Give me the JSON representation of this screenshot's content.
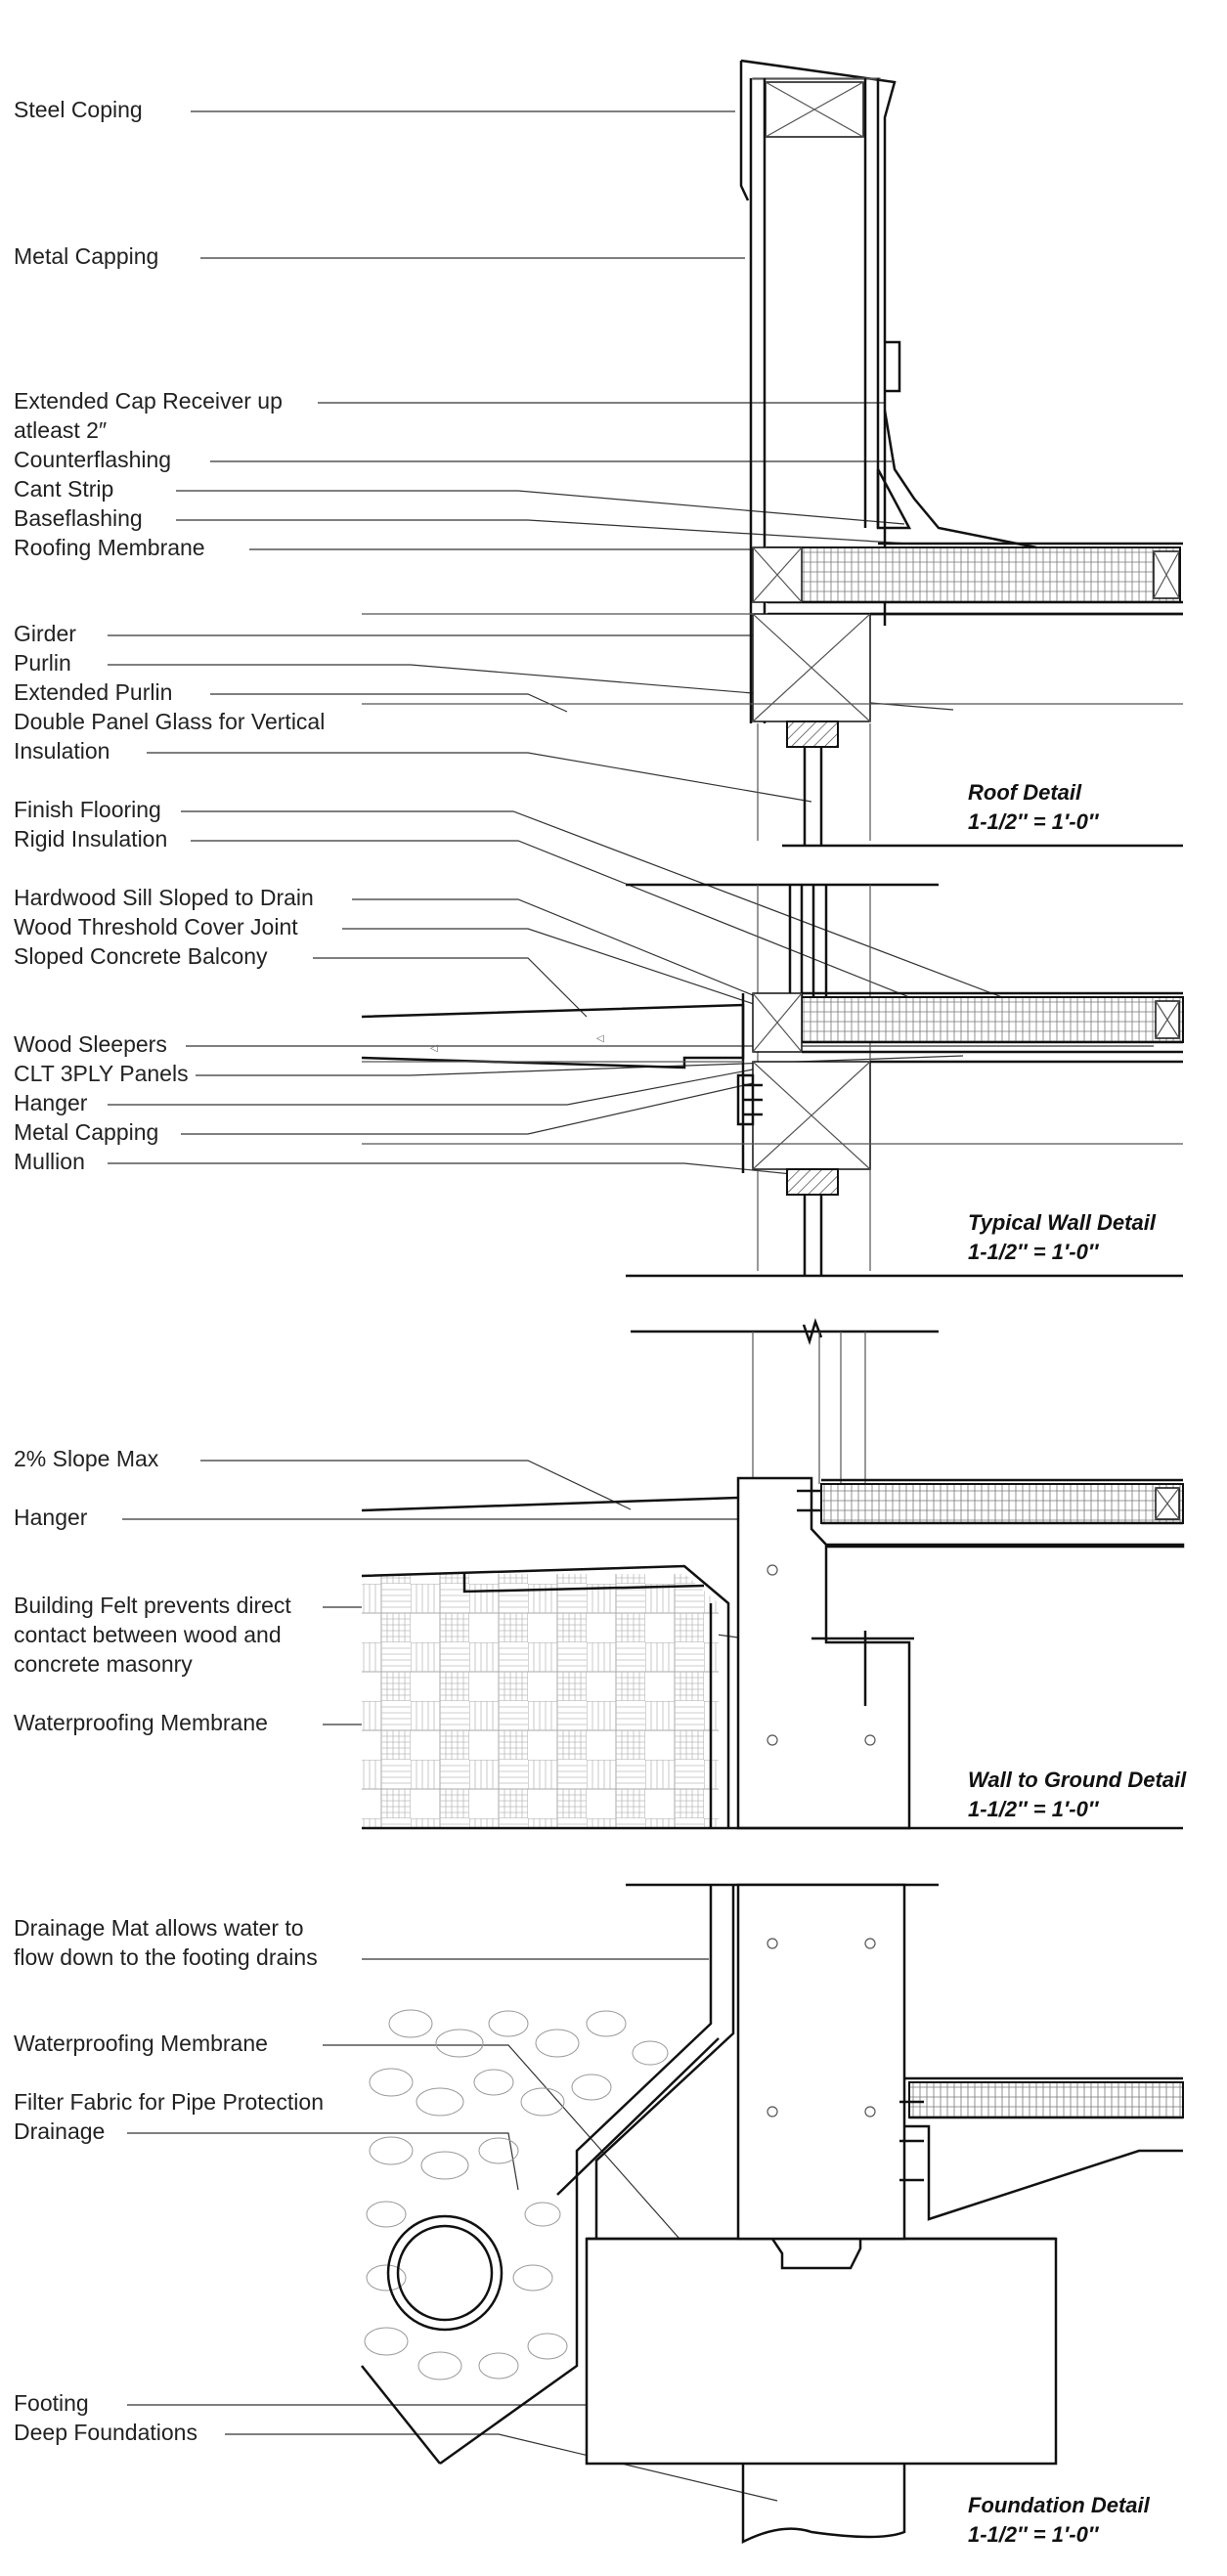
{
  "labels": {
    "steel_coping": "Steel Coping",
    "metal_capping_1": "Metal Capping",
    "extended_cap_receiver_1": "Extended Cap Receiver up",
    "extended_cap_receiver_2": "atleast 2″",
    "counterflashing": "Counterflashing",
    "cant_strip": "Cant Strip",
    "baseflashing": "Baseflashing",
    "roofing_membrane": "Roofing Membrane",
    "girder": "Girder",
    "purlin": "Purlin",
    "extended_purlin": "Extended Purlin",
    "double_panel_glass_1": "Double Panel Glass for Vertical",
    "double_panel_glass_2": "Insulation",
    "finish_flooring": "Finish Flooring",
    "rigid_insulation": "Rigid Insulation",
    "hardwood_sill": "Hardwood Sill Sloped to Drain",
    "wood_threshold": "Wood Threshold Cover Joint",
    "sloped_concrete_balcony": "Sloped Concrete Balcony",
    "wood_sleepers": "Wood Sleepers",
    "clt_panels": "CLT 3PLY Panels",
    "hanger_1": "Hanger",
    "metal_capping_2": "Metal Capping",
    "mullion": "Mullion",
    "slope_max": "2% Slope Max",
    "hanger_2": "Hanger",
    "building_felt_1": "Building Felt prevents direct",
    "building_felt_2": "contact between wood and",
    "building_felt_3": "concrete masonry",
    "waterproofing_membrane_1": "Waterproofing Membrane",
    "drainage_mat_1": "Drainage Mat allows water to",
    "drainage_mat_2": "flow down to the footing drains",
    "waterproofing_membrane_2": "Waterproofing Membrane",
    "filter_fabric": "Filter Fabric for Pipe Protection",
    "drainage": "Drainage",
    "footing": "Footing",
    "deep_foundations": "Deep Foundations"
  },
  "details": {
    "roof": {
      "title": "Roof Detail",
      "scale": "1-1/2″ = 1′-0″"
    },
    "typical_wall": {
      "title": "Typical Wall Detail",
      "scale": "1-1/2″ = 1′-0″"
    },
    "wall_to_ground": {
      "title": "Wall to Ground Detail",
      "scale": "1-1/2″ = 1′-0″"
    },
    "foundation": {
      "title": "Foundation Detail",
      "scale": "1-1/2″ = 1′-0″"
    }
  }
}
